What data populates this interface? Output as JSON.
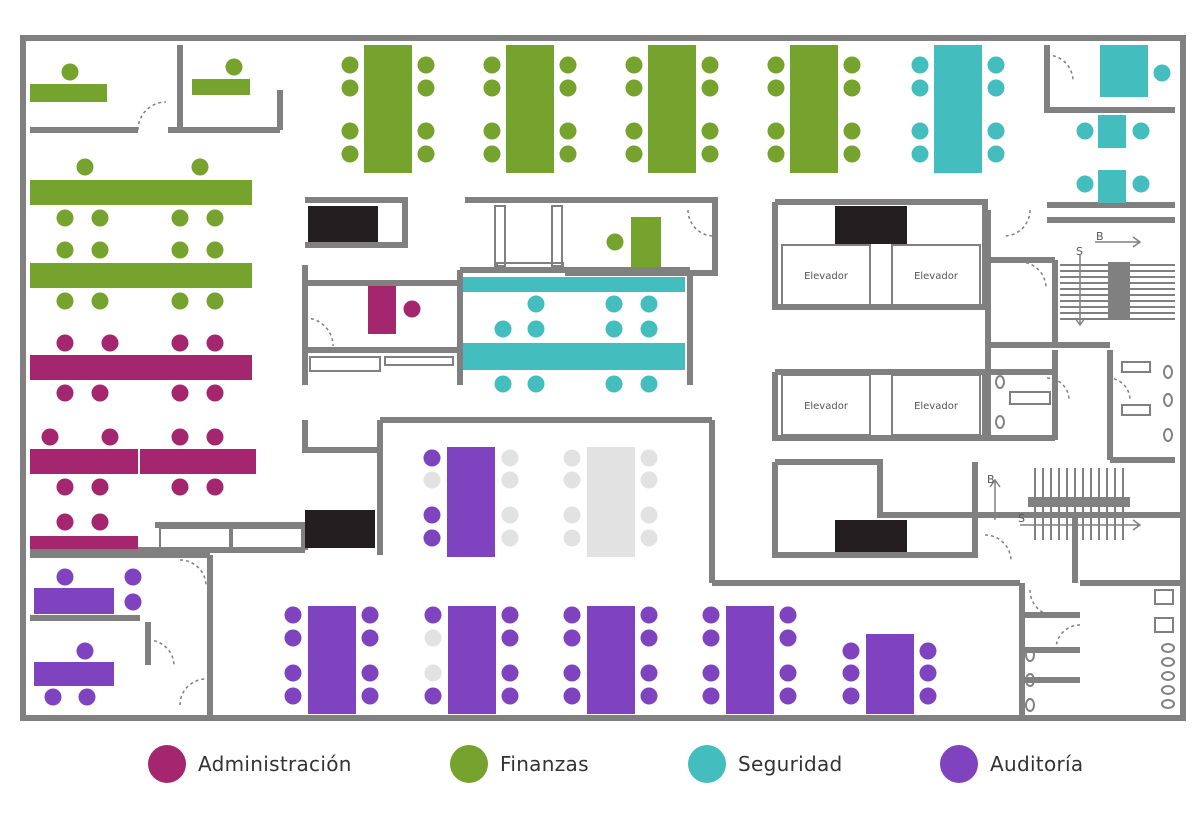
{
  "colors": {
    "administracion": "#a3266f",
    "finanzas": "#76a22e",
    "seguridad": "#43bdbd",
    "auditoria": "#7f43c0",
    "unassigned": "#e2e2e2",
    "wall": "#808080",
    "dark": "#231f20"
  },
  "rooms": {
    "elevator_label": "Elevador",
    "stair_up": "B",
    "stair_down": "S"
  },
  "legend": [
    {
      "key": "administracion",
      "label": "Administración",
      "color": "#a3266f"
    },
    {
      "key": "finanzas",
      "label": "Finanzas",
      "color": "#76a22e"
    },
    {
      "key": "seguridad",
      "label": "Seguridad",
      "color": "#43bdbd"
    },
    {
      "key": "auditoria",
      "label": "Auditoría",
      "color": "#7f43c0"
    }
  ]
}
